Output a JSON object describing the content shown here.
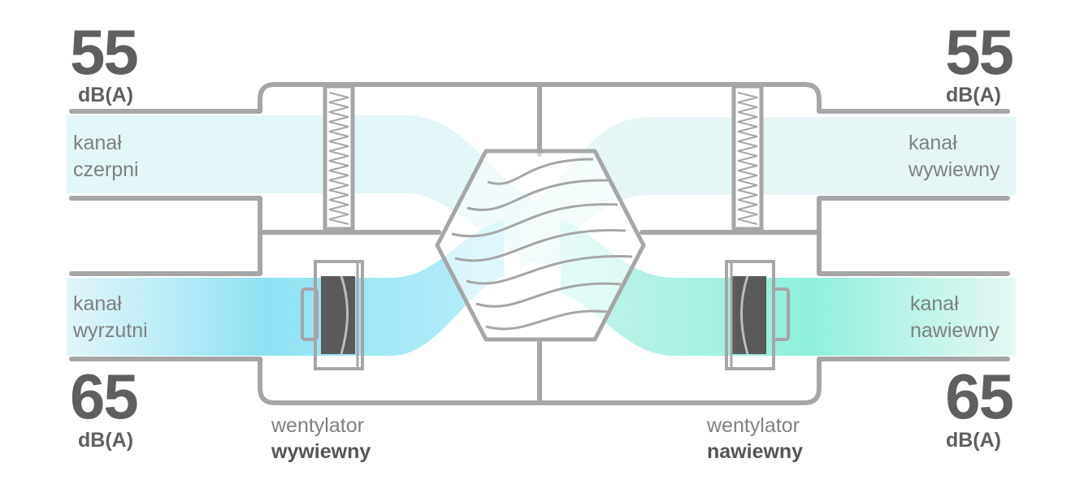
{
  "noise": {
    "top_left": {
      "value": "55",
      "unit": "dB(A)"
    },
    "top_right": {
      "value": "55",
      "unit": "dB(A)"
    },
    "bottom_left": {
      "value": "65",
      "unit": "dB(A)"
    },
    "bottom_right": {
      "value": "65",
      "unit": "dB(A)"
    }
  },
  "ducts": {
    "intake": {
      "line1": "kanał",
      "line2": "czerpni"
    },
    "exhaust": {
      "line1": "kanał",
      "line2": "wyrzutni"
    },
    "extract": {
      "line1": "kanał",
      "line2": "wywiewny"
    },
    "supply": {
      "line1": "kanał",
      "line2": "nawiewny"
    }
  },
  "fans": {
    "extract": {
      "line1": "wentylator",
      "line2": "wywiewny"
    },
    "supply": {
      "line1": "wentylator",
      "line2": "nawiewny"
    }
  },
  "colors": {
    "frame": "#a6a6a6",
    "exhaust_flow": "#8ee3f3",
    "supply_flow": "#8ff0dc",
    "pale_flow": "#dff6f8",
    "fan_dark": "#5a5a5a",
    "text": "#808080",
    "number": "#5f5f5f"
  }
}
